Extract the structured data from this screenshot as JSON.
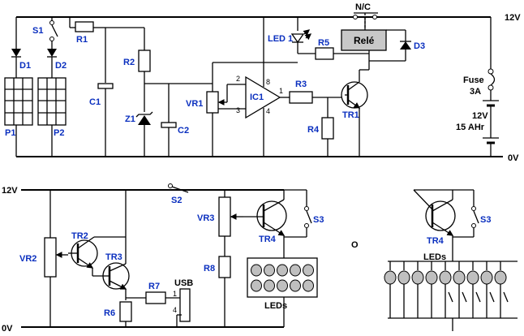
{
  "top": {
    "rails": {
      "pos": "12V",
      "neg": "0V",
      "nc": "N/C"
    },
    "labels": {
      "S1": "S1",
      "R1": "R1",
      "D1": "D1",
      "D2": "D2",
      "P1": "P1",
      "P2": "P2",
      "C1": "C1",
      "R2": "R2",
      "Z1": "Z1",
      "C2": "C2",
      "VR1": "VR1",
      "IC1": "IC1",
      "R3": "R3",
      "R4": "R4",
      "TR1": "TR1",
      "LED1": "LED 1",
      "R5": "R5",
      "D3": "D3",
      "relay": "Relé",
      "fuse": "Fuse",
      "fuse_val": "3A",
      "batt_v": "12V",
      "batt_c": "15 AHr"
    },
    "pins": {
      "p2": "2",
      "p3": "3",
      "p8": "8",
      "p4": "4",
      "p1": "1"
    }
  },
  "bottom": {
    "rails": {
      "pos": "12V",
      "neg": "0V"
    },
    "labels": {
      "VR2": "VR2",
      "TR2": "TR2",
      "TR3": "TR3",
      "R6": "R6",
      "R7": "R7",
      "usb": "USB",
      "S2": "S2",
      "VR3": "VR3",
      "R8": "R8",
      "TR4": "TR4",
      "S3": "S3",
      "leds": "LEDs"
    },
    "usb_pins": {
      "p1": "1",
      "p4": "4"
    }
  },
  "alt": {
    "or_symbol": "O",
    "labels": {
      "TR4": "TR4",
      "S3": "S3",
      "leds": "LEDs"
    }
  }
}
